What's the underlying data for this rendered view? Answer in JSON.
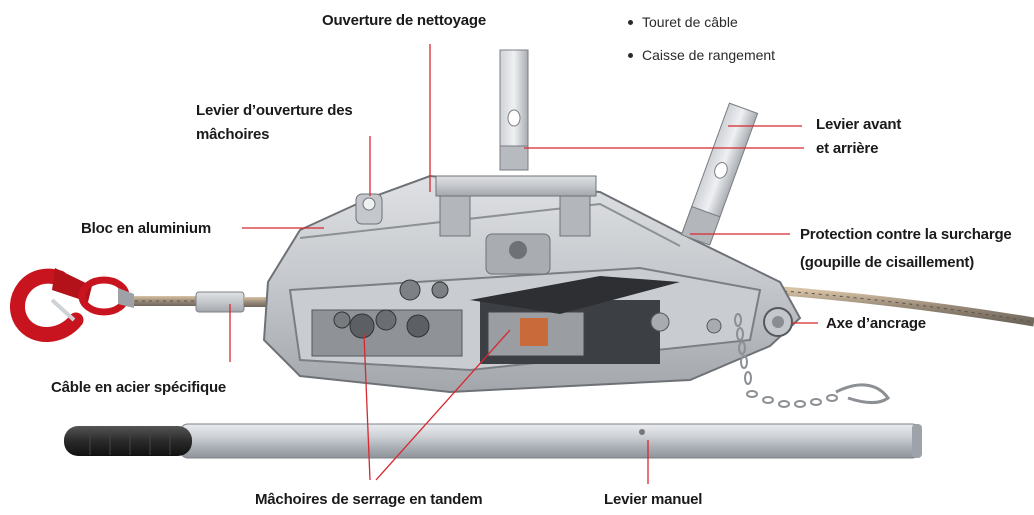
{
  "labels": {
    "cleaning_opening": "Ouverture de nettoyage",
    "jaw_opening_lever_line1": "Levier d’ouverture des",
    "jaw_opening_lever_line2": "mâchoires",
    "aluminium_block": "Bloc en aluminium",
    "front_rear_lever_line1": "Levier avant",
    "front_rear_lever_line2": "et arrière",
    "overload_protection_line1": "Protection contre la surcharge",
    "overload_protection_line2": "(goupille de cisaillement)",
    "anchor_pin": "Axe d’ancrage",
    "steel_cable": "Câble en acier spécifique",
    "tandem_jaws": "Mâchoires de serrage en tandem",
    "manual_lever": "Levier manuel"
  },
  "accessories": [
    "Touret de câble",
    "Caisse de rangement"
  ],
  "colors": {
    "leader_line": "#d7282f",
    "hook": "#c8141e",
    "housing": "#b9bcc0",
    "text": "#1a1a1a"
  }
}
